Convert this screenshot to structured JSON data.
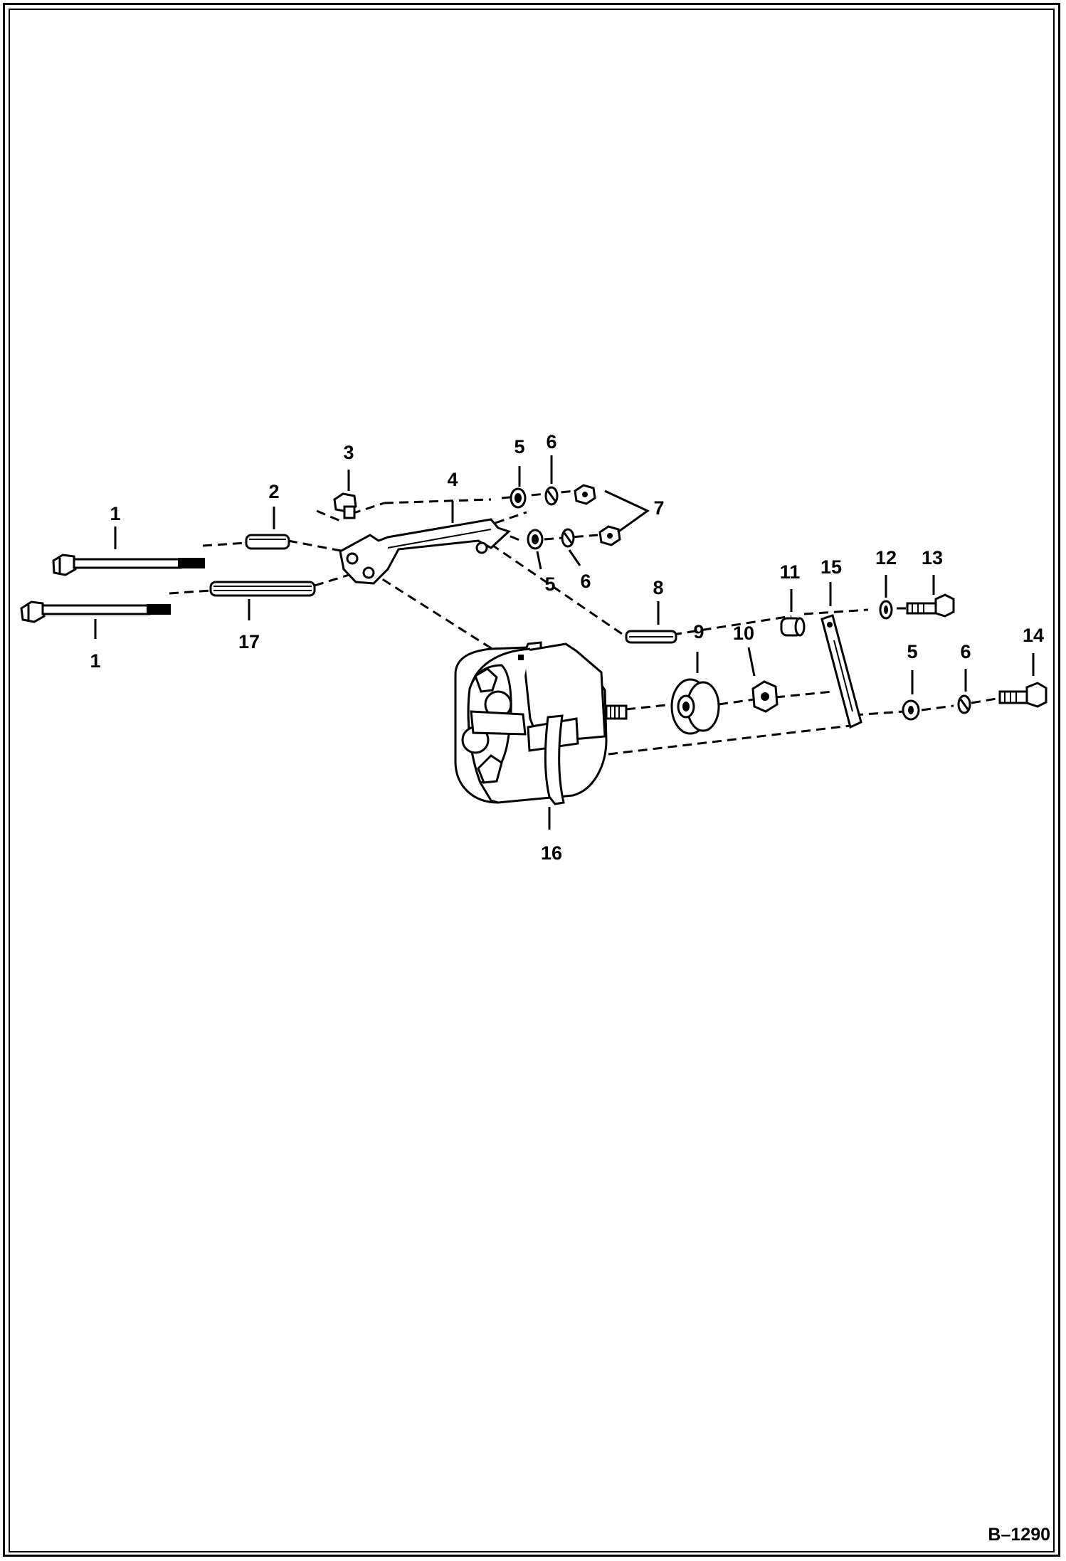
{
  "diagram": {
    "reference": "B–1290",
    "callouts": {
      "c1a": "1",
      "c1b": "1",
      "c2": "2",
      "c3": "3",
      "c4": "4",
      "c5a": "5",
      "c5b": "5",
      "c5c": "5",
      "c6a": "6",
      "c6b": "6",
      "c6c": "6",
      "c7": "7",
      "c8": "8",
      "c9": "9",
      "c10": "10",
      "c11": "11",
      "c12": "12",
      "c13": "13",
      "c14": "14",
      "c15": "15",
      "c16": "16",
      "c17": "17"
    }
  }
}
